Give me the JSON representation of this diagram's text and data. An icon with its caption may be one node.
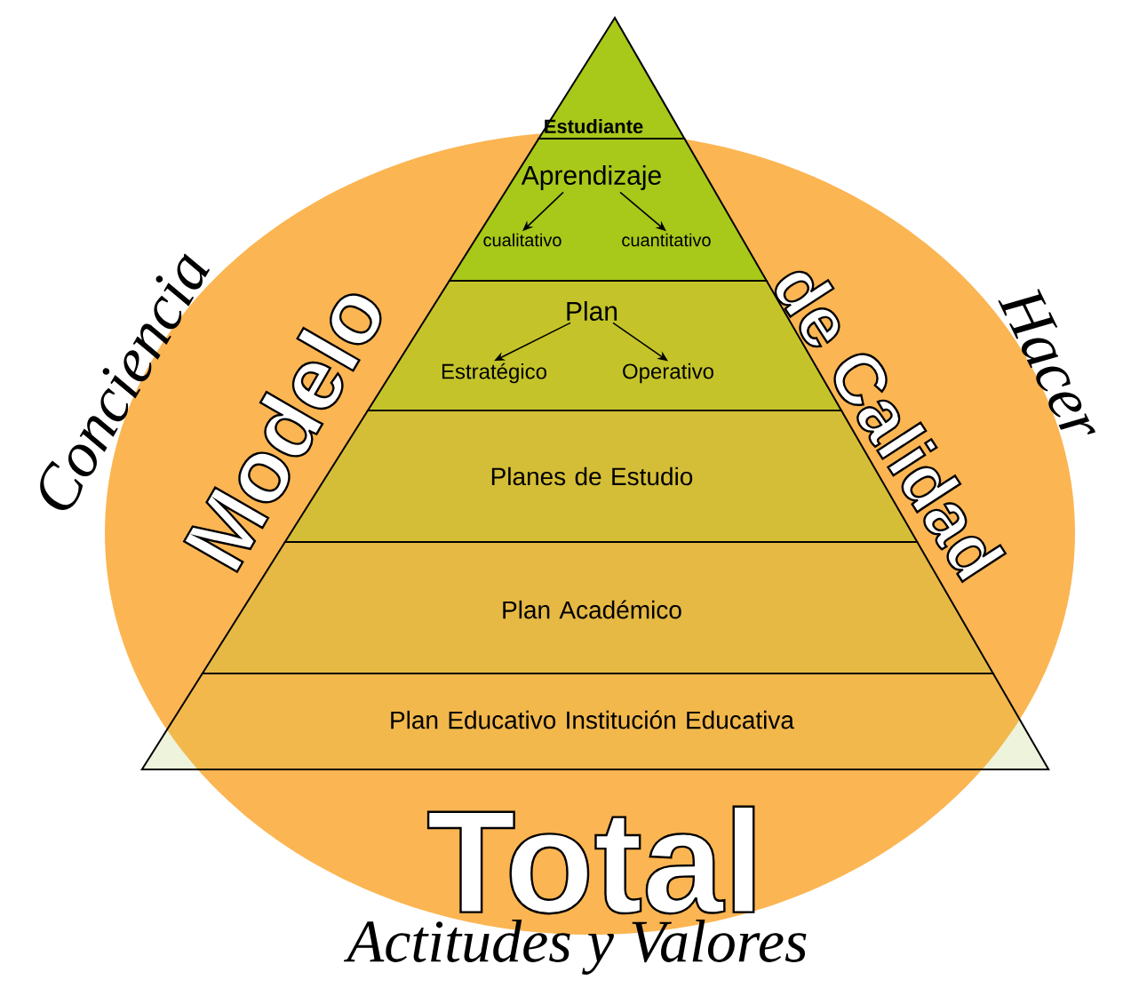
{
  "diagram": {
    "nodes": [
      {
        "text": [
          "Estudiante"
        ]
      },
      {
        "text": [],
        "shape": "band"
      },
      {
        "text": [
          "Aprendizaje"
        ],
        "in": 1
      },
      {
        "text": [
          "cualitativo"
        ],
        "in": 1
      },
      {
        "text": [
          "cuantitativo"
        ],
        "in": 1
      },
      {
        "text": [],
        "shape": "band"
      },
      {
        "text": [
          "Plan"
        ],
        "in": 5
      },
      {
        "text": [
          "Estratégico"
        ],
        "in": 5
      },
      {
        "text": [
          "Operativo"
        ],
        "in": 5
      },
      {
        "text": [
          "Planes de Estudio"
        ]
      },
      {
        "text": [
          "Plan Académico"
        ]
      },
      {
        "text": [
          "Plan Educativo Institución Educativa"
        ]
      }
    ],
    "edges": [
      {
        "from": 2,
        "to": 3,
        "arrow": "to"
      },
      {
        "from": 2,
        "to": 4,
        "arrow": "to"
      },
      {
        "from": 6,
        "to": 7,
        "arrow": "to"
      },
      {
        "from": 6,
        "to": 8,
        "arrow": "to"
      }
    ],
    "labels": [
      "Conciencia",
      "Modelo",
      "de Calidad",
      "Hacer",
      "Total",
      "Actitudes y Valores"
    ]
  }
}
